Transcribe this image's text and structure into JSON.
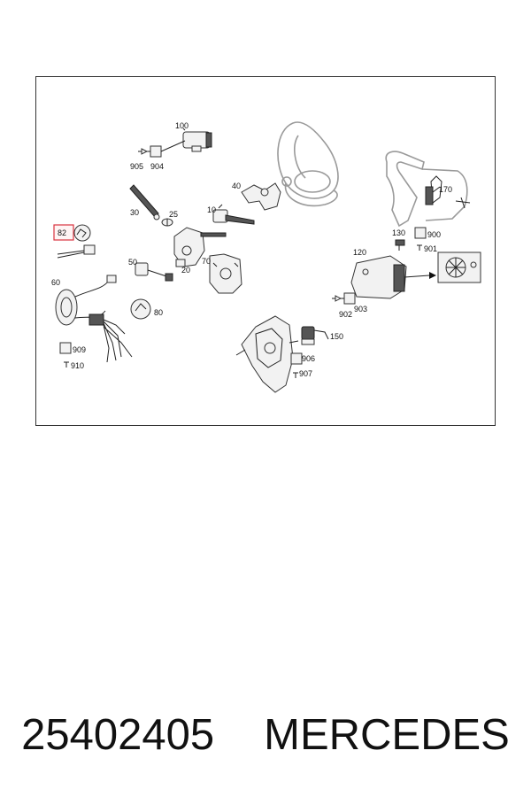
{
  "diagram": {
    "labels": {
      "l100": "100",
      "l905": "905",
      "l904": "904",
      "l40": "40",
      "l30": "30",
      "l25": "25",
      "l10": "10",
      "l82": "82",
      "l50": "50",
      "l20": "20",
      "l70": "70",
      "l60": "60",
      "l80": "80",
      "l909": "909",
      "l910": "910",
      "l170": "170",
      "l130": "130",
      "l900": "900",
      "l901": "901",
      "l120": "120",
      "l903": "903",
      "l902": "902",
      "l150": "150",
      "l906": "906",
      "l907": "907"
    },
    "highlighted_part": "82",
    "highlight_color": "#d9333f"
  },
  "caption": {
    "part_number": "25402405",
    "brand": "MERCEDES"
  }
}
